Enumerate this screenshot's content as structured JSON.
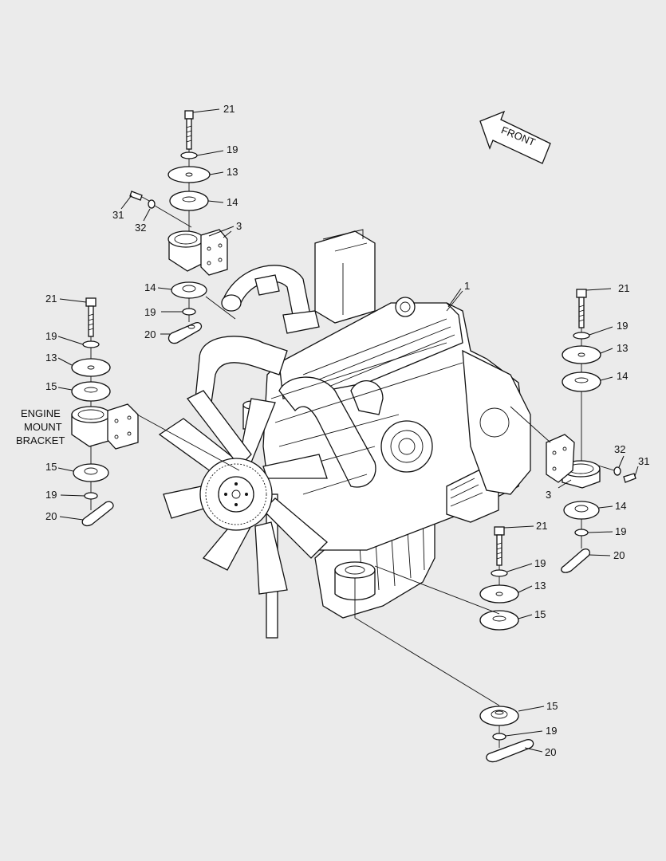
{
  "diagram": {
    "front_label": "FRONT",
    "bracket_label": [
      "ENGINE",
      "MOUNT",
      "BRACKET"
    ],
    "callouts": {
      "c1": "1",
      "c3": "3",
      "c13": "13",
      "c14": "14",
      "c15": "15",
      "c19": "19",
      "c20": "20",
      "c21": "21",
      "c31": "31",
      "c32": "32"
    }
  }
}
